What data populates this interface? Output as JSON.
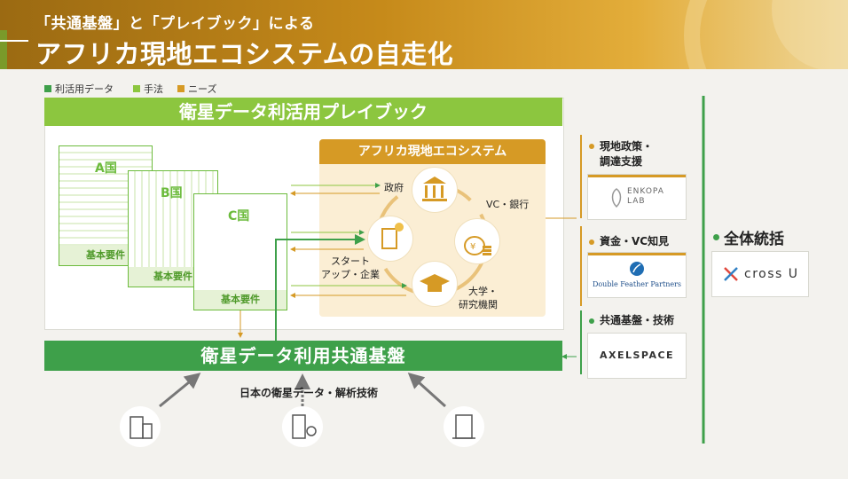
{
  "header": {
    "subtitle": "「共通基盤」と「プレイブック」による",
    "title": "アフリカ現地エコシステムの自走化"
  },
  "legend": [
    {
      "label": "利活用データ",
      "color": "#3ea04a"
    },
    {
      "label": "手法",
      "color": "#8cc63f"
    },
    {
      "label": "ニーズ",
      "color": "#d69a25"
    }
  ],
  "playbook": {
    "title": "衛星データ利活用プレイブック",
    "countries": [
      {
        "name": "A国",
        "requirement": "基本要件"
      },
      {
        "name": "B国",
        "requirement": "基本要件"
      },
      {
        "name": "C国",
        "requirement": "基本要件"
      }
    ]
  },
  "ecosystem": {
    "title": "アフリカ現地エコシステム",
    "government": "政府",
    "vc_bank": "VC・銀行",
    "startup_line1": "スタート",
    "startup_line2": "アップ・企業",
    "univ_line1": "大学・",
    "univ_line2": "研究機関"
  },
  "base": {
    "title": "衛星データ利用共通基盤",
    "tech_label": "日本の衛星データ・解析技術"
  },
  "right": {
    "policy_line1": "現地政策・",
    "policy_line2": "調達支援",
    "policy_logo_line1": "ENKOPA",
    "policy_logo_line2": "LAB",
    "funding": "資金・VC知見",
    "funding_logo": "Double Feather Partners",
    "tech": "共通基盤・技術",
    "tech_logo": "AXELSPACE",
    "overall": "全体統括",
    "overall_logo": "cross U"
  },
  "colors": {
    "accent_gold": "#d69a25",
    "green_dark": "#3ea04a",
    "green_light": "#8cc63f"
  }
}
